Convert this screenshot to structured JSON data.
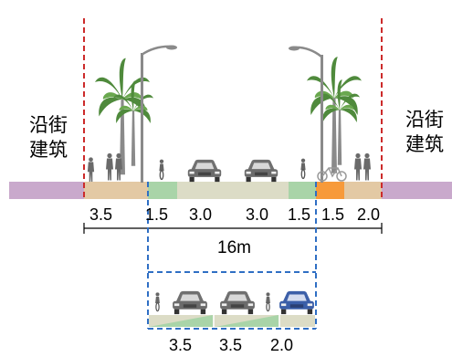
{
  "labels": {
    "left_building": "沿街建筑",
    "right_building": "沿街建筑"
  },
  "top_section": {
    "segment_values": [
      "3.5",
      "1.5",
      "3.0",
      "3.0",
      "1.5",
      "1.5",
      "2.0"
    ],
    "total_width": "16m"
  },
  "bottom_section": {
    "segment_values": [
      "3.5",
      "3.5",
      "2.0"
    ]
  },
  "colors": {
    "sidewalk": "#e3c9a4",
    "bike_lane": "#a9d4a8",
    "vehicle_lane": "#dcdcc6",
    "accent_lane": "#f79a3a",
    "outer_ground": "#c9a9cc",
    "building_line": "#cc2b2b",
    "guide_line": "#2f6fc4"
  }
}
